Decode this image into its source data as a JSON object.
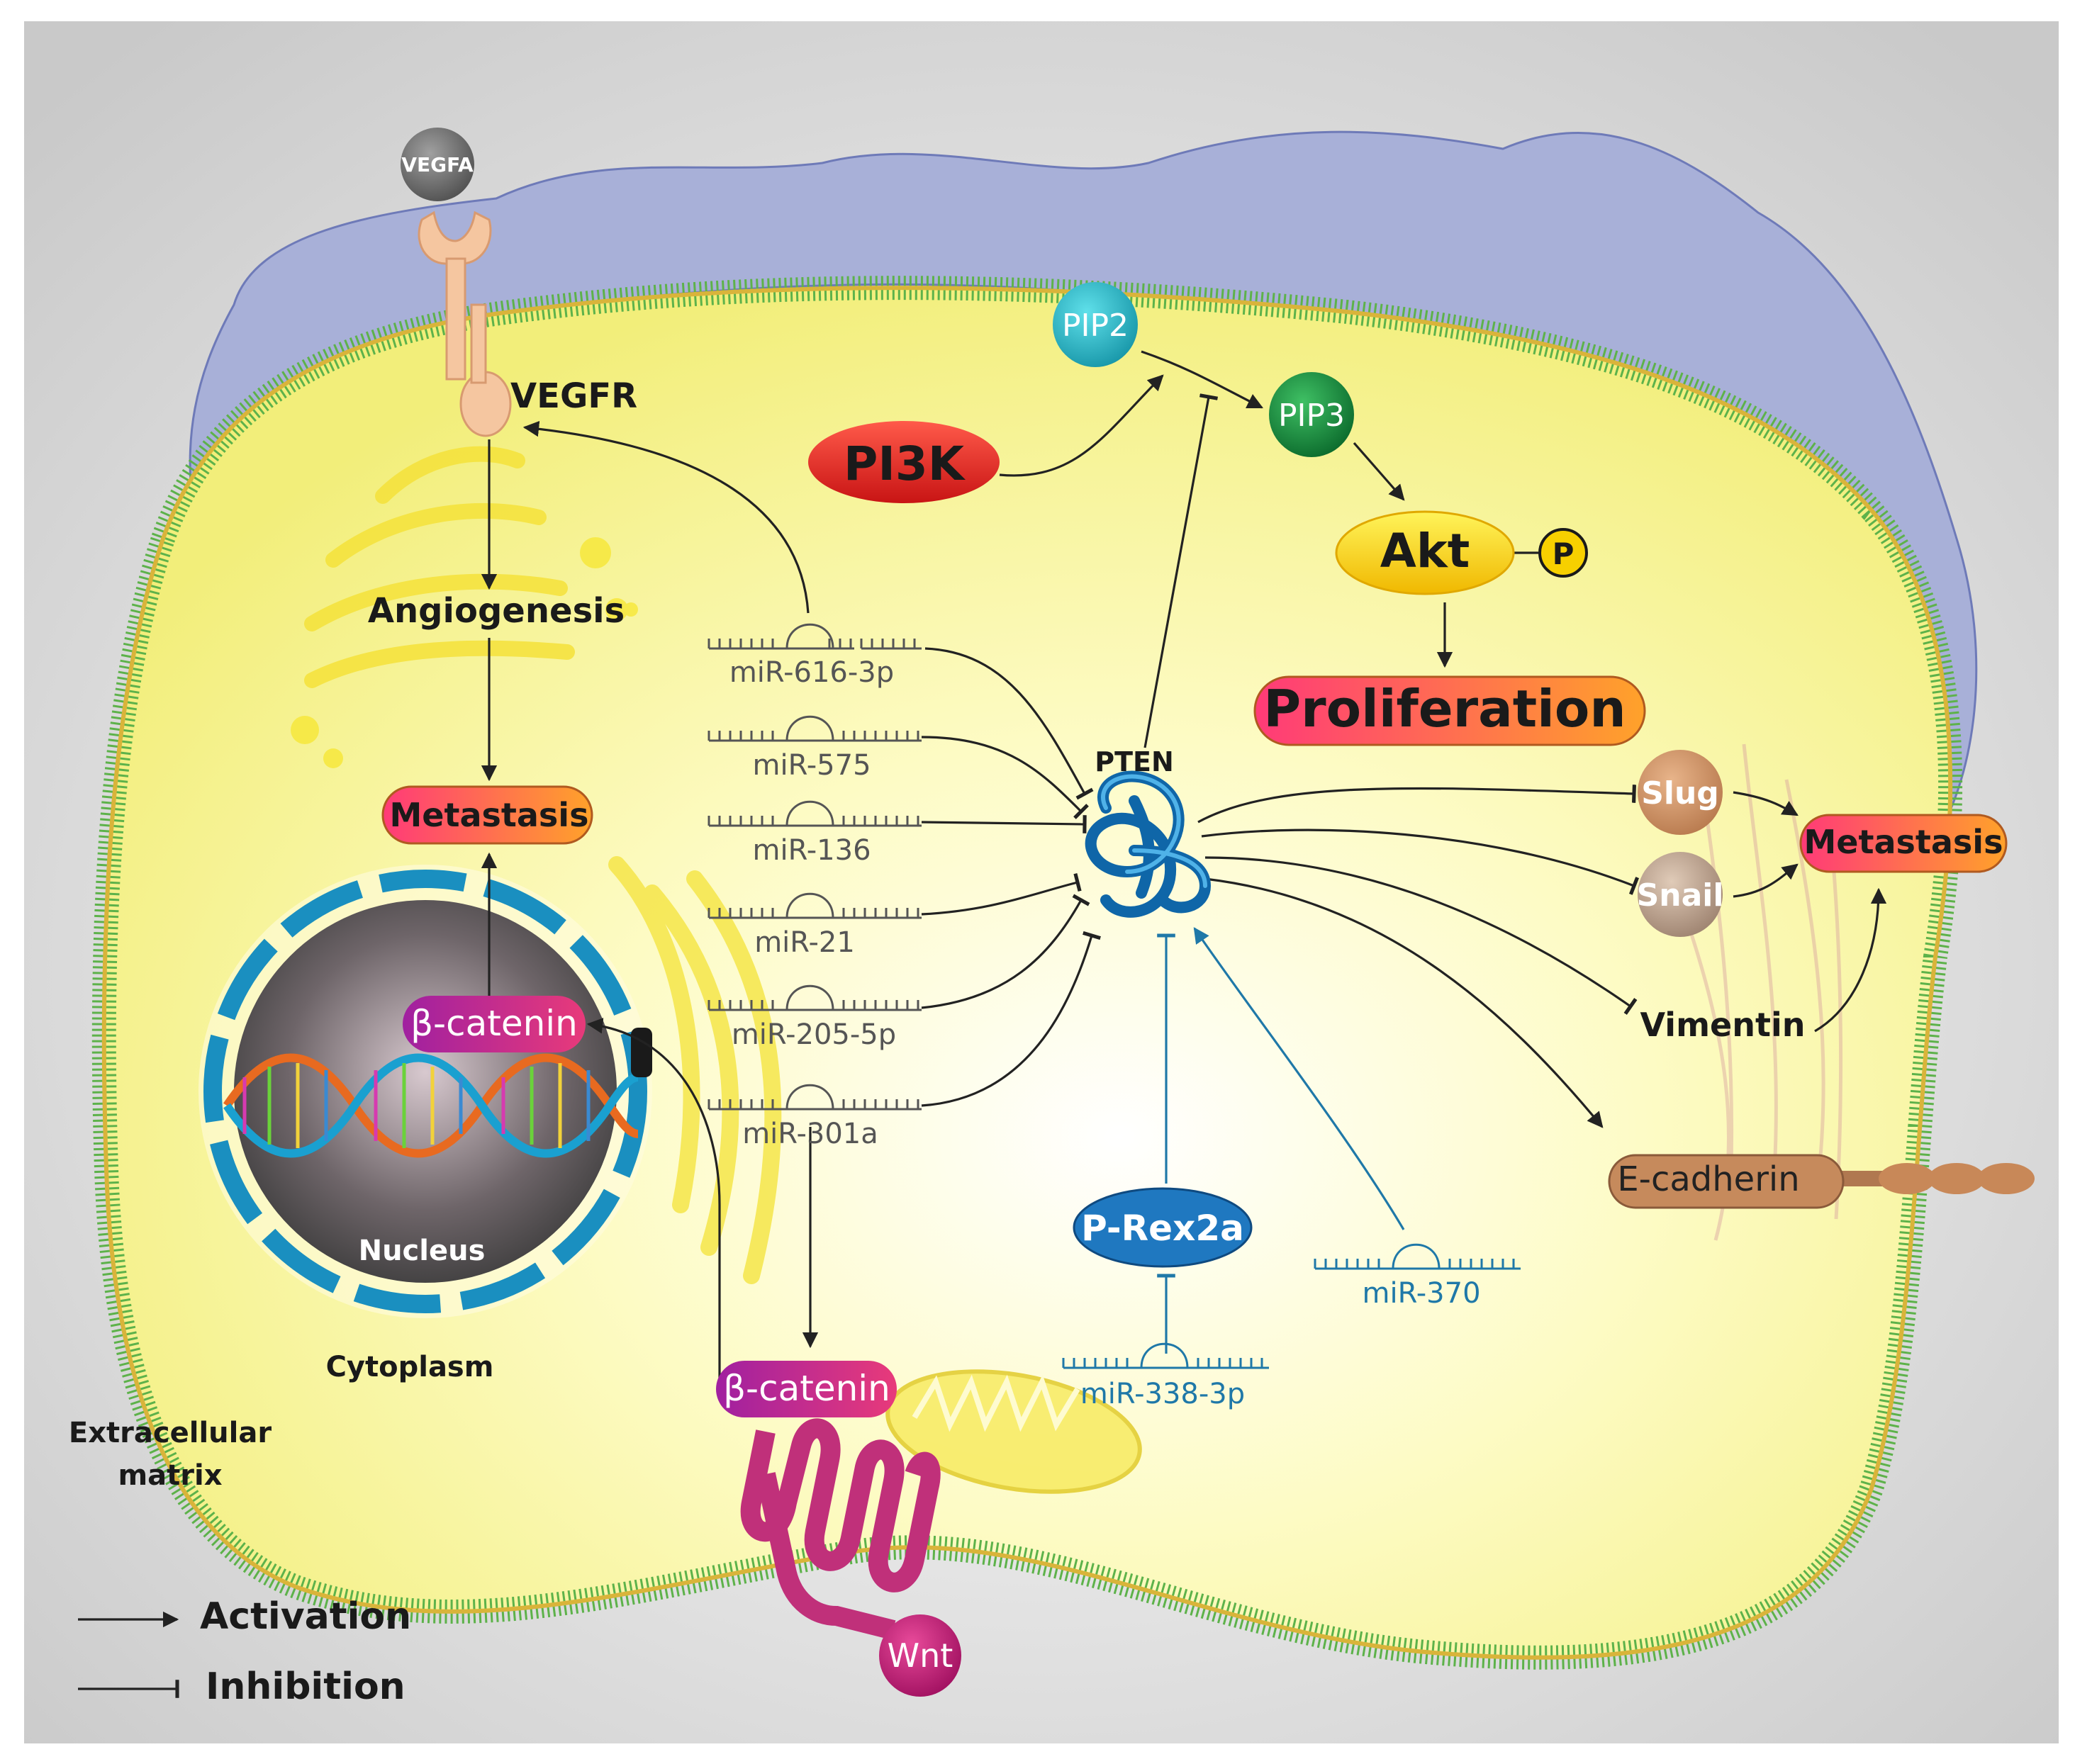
{
  "labels": {
    "vegfa": "VEGFA",
    "vegfr": "VEGFR",
    "angiogenesis": "Angiogenesis",
    "metastasis_left": "Metastasis",
    "beta_catenin_nucleus": "β-catenin",
    "nucleus": "Nucleus",
    "cytoplasm": "Cytoplasm",
    "extracellular_line1": "Extracellular",
    "extracellular_line2": "matrix",
    "pi3k": "PI3K",
    "pip2": "PIP2",
    "pip3": "PIP3",
    "akt": "Akt",
    "p": "P",
    "proliferation": "Proliferation",
    "pten": "PTEN",
    "slug": "Slug",
    "snail": "Snail",
    "metastasis_right": "Metastasis",
    "vimentin": "Vimentin",
    "e_cadherin": "E-cadherin",
    "p_rex2a": "P-Rex2a",
    "beta_catenin_membrane": "β-catenin",
    "wnt": "Wnt"
  },
  "mirnas": {
    "m616": "miR-616-3p",
    "m575": "miR-575",
    "m136": "miR-136",
    "m21": "miR-21",
    "m205": "miR-205-5p",
    "m301": "miR-301a",
    "m338": "miR-338-3p",
    "m370": "miR-370"
  },
  "legend": {
    "activation": "Activation",
    "inhibition": "Inhibition"
  }
}
